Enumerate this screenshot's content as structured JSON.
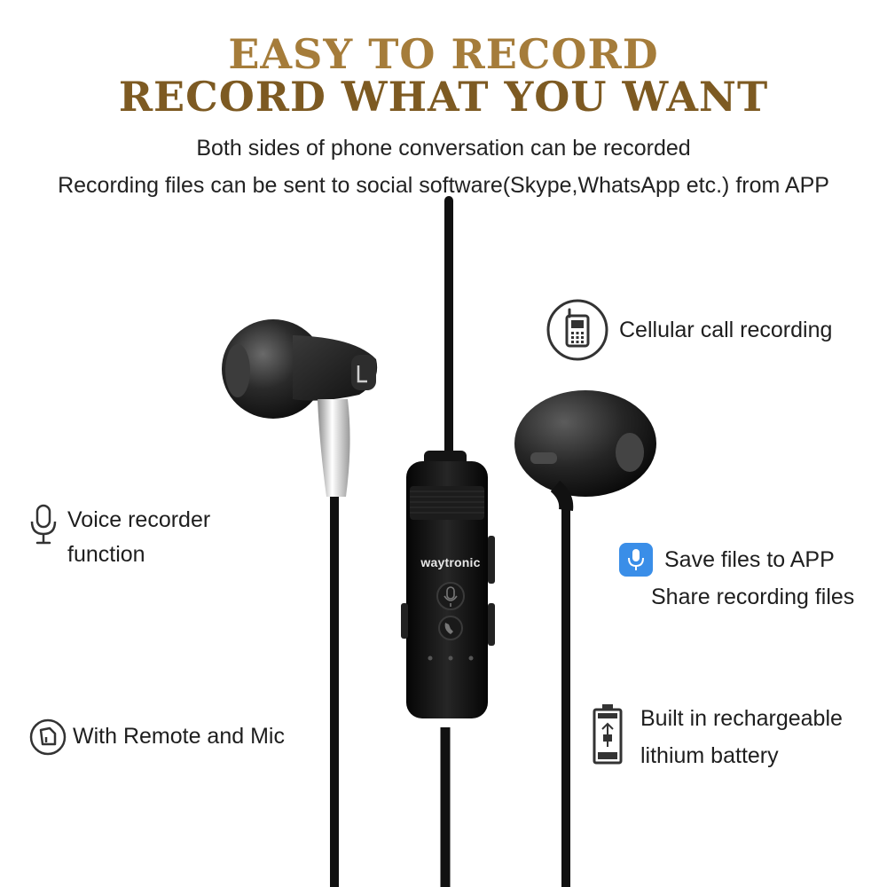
{
  "headline": {
    "line1": "EASY TO RECORD",
    "line2": "RECORD WHAT YOU WANT"
  },
  "subheadline": {
    "line1": "Both sides of phone conversation can be recorded",
    "line2": "Recording files can be sent to social software(Skype,WhatsApp etc.) from APP"
  },
  "product": {
    "brand": "waytronic"
  },
  "features": {
    "cellular": {
      "label": "Cellular call recording",
      "icon": "mobile-phone-icon"
    },
    "voice": {
      "line1": "Voice recorder",
      "line2": "function",
      "icon": "microphone-icon"
    },
    "app": {
      "line1": "Save files to APP",
      "line2": "Share recording files",
      "icon": "app-mic-icon"
    },
    "remote": {
      "label": "With Remote and Mic",
      "icon": "remote-icon"
    },
    "battery": {
      "line1": "Built in rechargeable",
      "line2": "lithium battery",
      "icon": "battery-icon"
    }
  },
  "colors": {
    "title_gold": "#a57c3a",
    "title_dark_gold": "#7d5a22",
    "app_icon_blue": "#3a8ee8"
  }
}
